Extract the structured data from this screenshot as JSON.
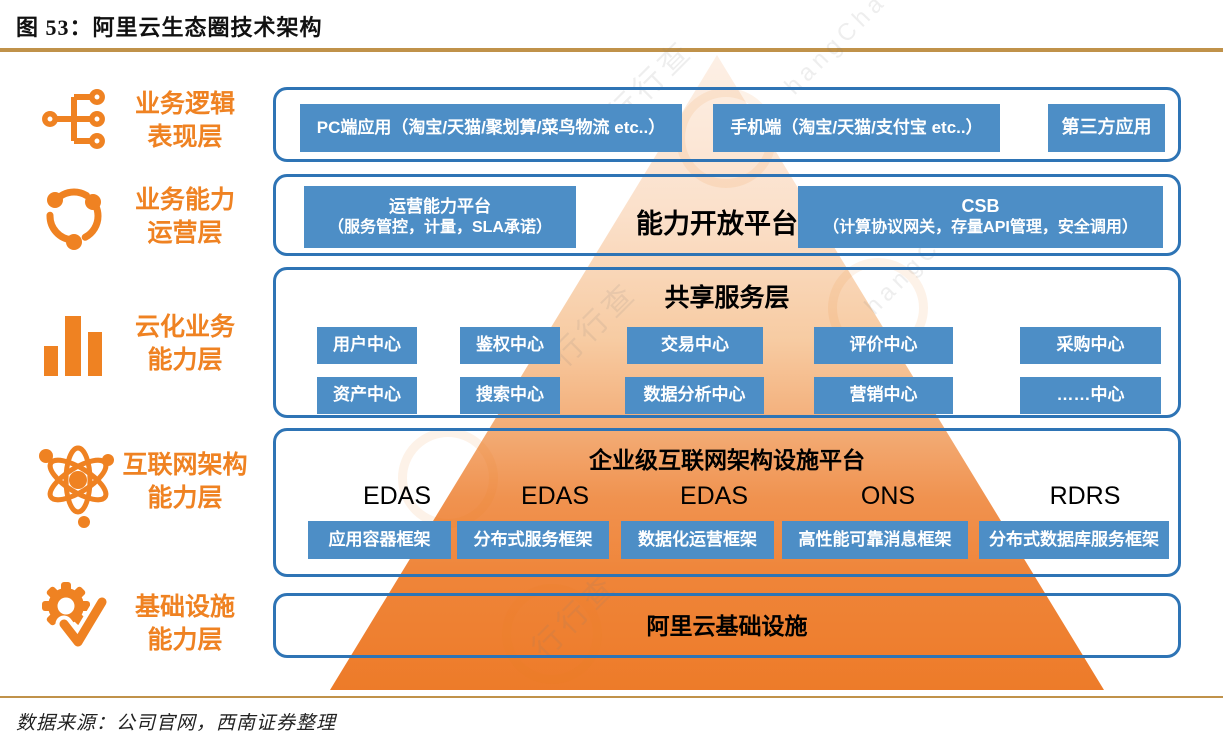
{
  "figure": {
    "title": "图 53：阿里云生态圈技术架构",
    "source_note": "数据来源：公司官网，西南证券整理"
  },
  "colors": {
    "accent_orange": "#EF8222",
    "box_blue": "#4D8EC6",
    "panel_border_blue": "#2E74B5",
    "divider_gold": "#C0924A",
    "pyramid_top": "#FDF0E6",
    "pyramid_bottom": "#ED7B29"
  },
  "watermark": {
    "text_cn": "行行查",
    "text_en": "hangCha"
  },
  "layers": [
    {
      "name": "业务逻辑表现层",
      "label_lines": [
        "业务逻辑",
        "表现层"
      ],
      "icon": "tree-network-icon",
      "boxes": [
        "PC端应用（淘宝/天猫/聚划算/菜鸟物流 etc..）",
        "手机端（淘宝/天猫/支付宝 etc..）",
        "第三方应用"
      ]
    },
    {
      "name": "业务能力运营层",
      "label_lines": [
        "业务能力",
        "运营层"
      ],
      "icon": "cycle-sync-icon",
      "left_box_lines": [
        "运营能力平台",
        "（服务管控，计量，SLA承诺）"
      ],
      "center_title": "能力开放平台",
      "right_box_lines": [
        "CSB",
        "（计算协议网关，存量API管理，安全调用）"
      ]
    },
    {
      "name": "云化业务能力层",
      "label_lines": [
        "云化业务",
        "能力层"
      ],
      "icon": "bar-chart-icon",
      "header": "共享服务层",
      "centers_row1": [
        "用户中心",
        "鉴权中心",
        "交易中心",
        "评价中心",
        "采购中心"
      ],
      "centers_row2": [
        "资产中心",
        "搜索中心",
        "数据分析中心",
        "营销中心",
        "……中心"
      ]
    },
    {
      "name": "互联网架构能力层",
      "label_lines": [
        "互联网架构",
        "能力层"
      ],
      "icon": "atom-icon",
      "header": "企业级互联网架构设施平台",
      "products": [
        "EDAS",
        "EDAS",
        "EDAS",
        "ONS",
        "RDRS"
      ],
      "frameworks": [
        "应用容器框架",
        "分布式服务框架",
        "数据化运营框架",
        "高性能可靠消息框架",
        "分布式数据库服务框架"
      ]
    },
    {
      "name": "基础设施能力层",
      "label_lines": [
        "基础设施",
        "能力层"
      ],
      "icon": "gear-check-icon",
      "banner": "阿里云基础设施"
    }
  ]
}
